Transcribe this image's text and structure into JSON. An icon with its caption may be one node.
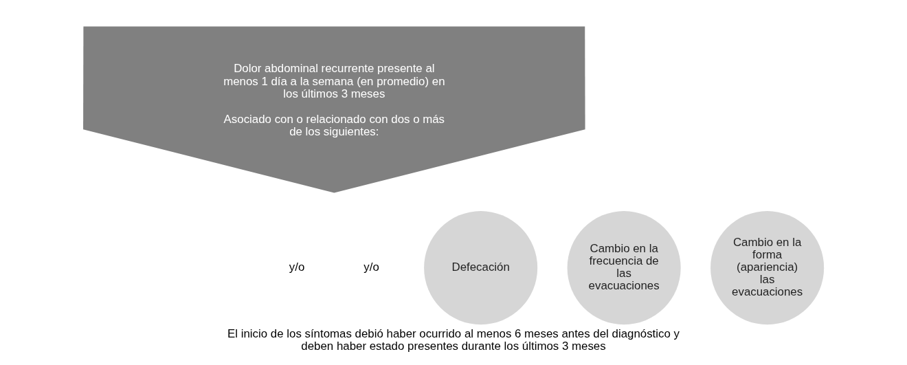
{
  "diagram": {
    "caption": "El inicio de los síntomas debió haber ocurrido al menos 6 meses antes del diagnóstico y deben haber estado presentes durante los últimos 3 meses",
    "nodes": [
      {
        "text": [
          "Dolor abdominal recurrente presente al menos 1 día a la semana (en promedio) en los últimos 3 meses",
          "Asociado con o relacionado con dos o más de los siguientes:"
        ]
      },
      {
        "text": [
          "Defecación"
        ]
      },
      {
        "text": [
          "Cambio en la frecuencia de las evacuaciones"
        ]
      },
      {
        "text": [
          "Cambio en la forma (apariencia) las evacuaciones"
        ]
      }
    ],
    "edges": [],
    "labels": [
      "y/o",
      "y/o"
    ]
  }
}
